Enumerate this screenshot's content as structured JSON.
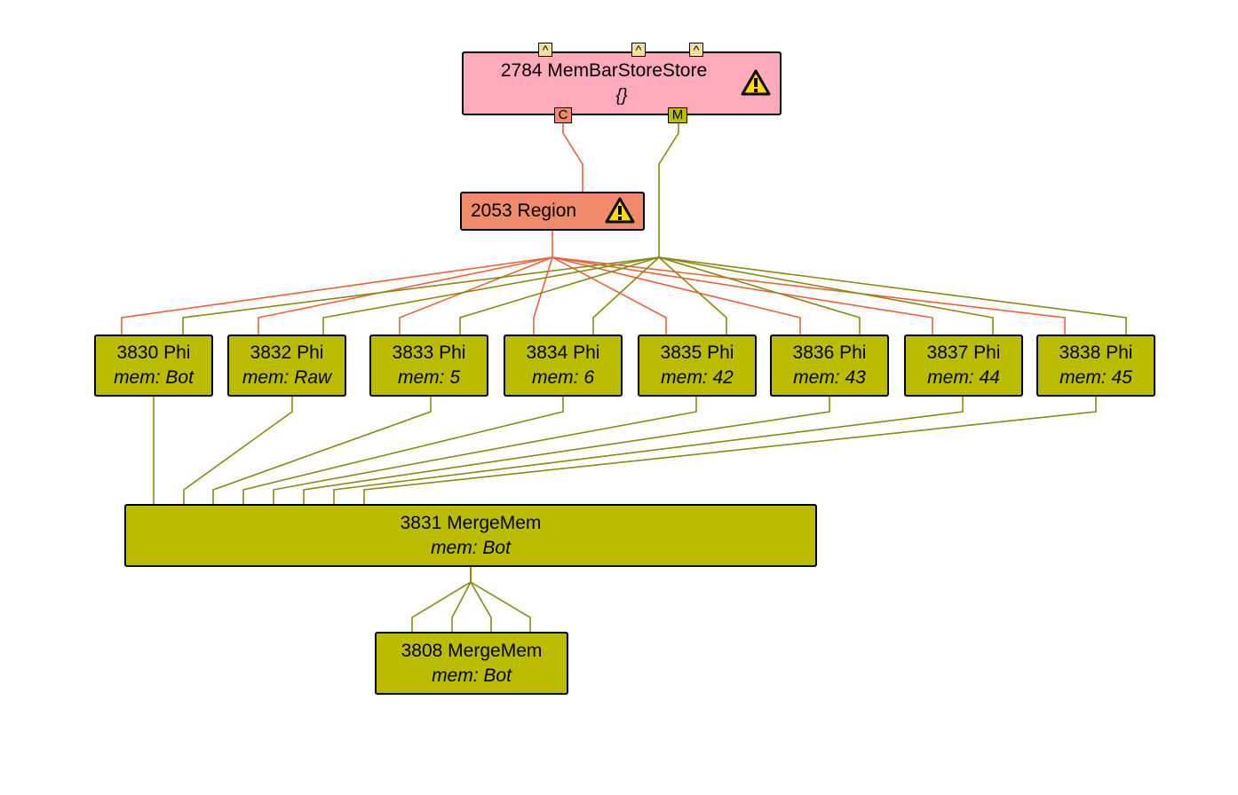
{
  "graph": {
    "colors": {
      "control_edge": "#e8643c",
      "memory_edge": "#8a8a10",
      "phi_fill": "#bbbb00",
      "region_fill": "#ef8a6b",
      "membar_fill": "#ffaabb",
      "input_port_fill": "#f0e0a0",
      "warning_fill": "#ffdd00"
    },
    "membar": {
      "title": "2784 MemBarStoreStore",
      "subtitle": "{}",
      "warning_icon": "warning-triangle",
      "input_ports": [
        "^",
        "^",
        "^"
      ],
      "output_ports": [
        {
          "label": "C",
          "kind": "control"
        },
        {
          "label": "M",
          "kind": "memory"
        }
      ]
    },
    "region": {
      "title": "2053 Region",
      "warning_icon": "warning-triangle"
    },
    "phis": [
      {
        "title": "3830 Phi",
        "subtitle": "mem: Bot"
      },
      {
        "title": "3832 Phi",
        "subtitle": "mem: Raw"
      },
      {
        "title": "3833 Phi",
        "subtitle": "mem: 5"
      },
      {
        "title": "3834 Phi",
        "subtitle": "mem: 6"
      },
      {
        "title": "3835 Phi",
        "subtitle": "mem: 42"
      },
      {
        "title": "3836 Phi",
        "subtitle": "mem: 43"
      },
      {
        "title": "3837 Phi",
        "subtitle": "mem: 44"
      },
      {
        "title": "3838 Phi",
        "subtitle": "mem: 45"
      }
    ],
    "mergemem_main": {
      "title": "3831 MergeMem",
      "subtitle": "mem: Bot"
    },
    "mergemem_bottom": {
      "title": "3808 MergeMem",
      "subtitle": "mem: Bot"
    }
  }
}
